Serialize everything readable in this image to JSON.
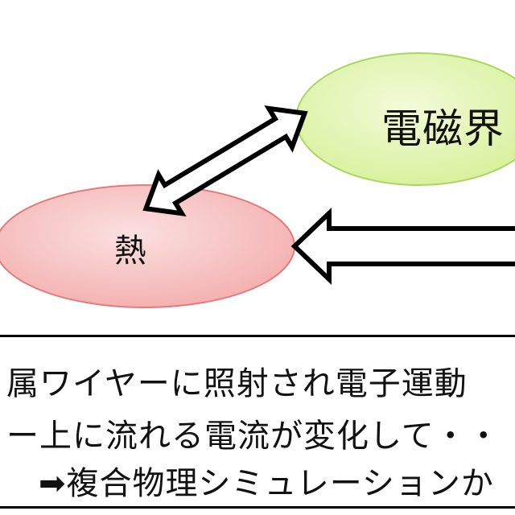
{
  "nodes": {
    "emag": {
      "label": "電磁界",
      "fill": "#e2f5b4",
      "stroke": "#9fd04c"
    },
    "heat": {
      "label": "熱",
      "fill": "#f7c3c3",
      "stroke": "#e06a6a"
    }
  },
  "text_box": {
    "lines": [
      "属ワイヤーに照射され電子運動",
      "ー上に流れる電流が変化して・・",
      "➡複合物理シミュレーションか"
    ]
  }
}
